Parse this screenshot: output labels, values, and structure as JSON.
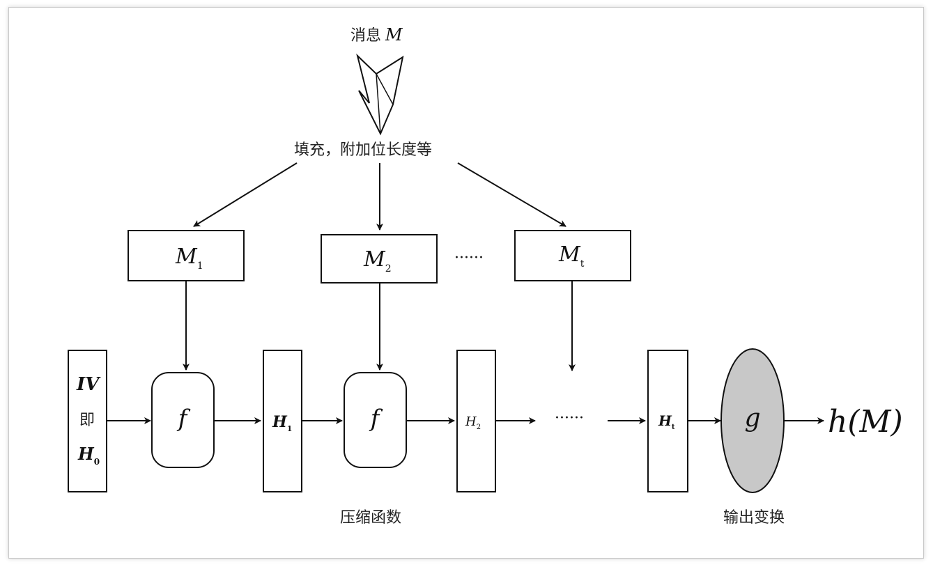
{
  "message_label": "消息",
  "message_var": "M",
  "padding_label": "填充，附加位长度等",
  "blocks": [
    {
      "var": "M",
      "sub": "1"
    },
    {
      "var": "M",
      "sub": "2"
    },
    {
      "var": "M",
      "sub": "t"
    }
  ],
  "dots": "······",
  "iv": {
    "top": "IV",
    "mid": "即",
    "var": "H",
    "sub": "0"
  },
  "func_label": "f",
  "states": [
    {
      "var": "H",
      "sub": "1"
    },
    {
      "var": "H",
      "sub": "2"
    },
    {
      "var": "H",
      "sub": "t"
    }
  ],
  "output_func": "g",
  "output_label": "h(M)",
  "compression_label": "压缩函数",
  "transform_label": "输出变换",
  "colors": {
    "stroke": "#111111",
    "ellipse_fill": "#c8c8c8"
  }
}
